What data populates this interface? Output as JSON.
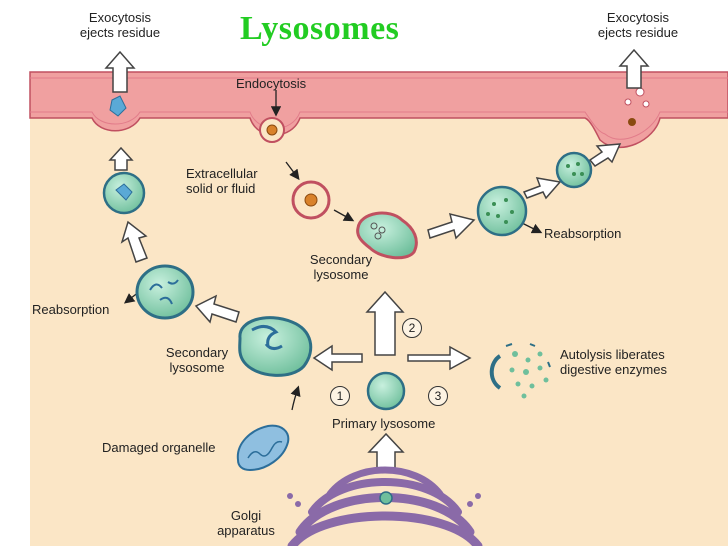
{
  "title": "Lysosomes",
  "labels": {
    "exocytosis_left": [
      "Exocytosis",
      "ejects residue"
    ],
    "exocytosis_right": [
      "Exocytosis",
      "ejects residue"
    ],
    "endocytosis": "Endocytosis",
    "extracellular": [
      "Extracellular",
      "solid or fluid"
    ],
    "secondary_top": [
      "Secondary",
      "lysosome"
    ],
    "reabsorption_right": "Reabsorption",
    "reabsorption_left": "Reabsorption",
    "secondary_left": [
      "Secondary",
      "lysosome"
    ],
    "autolysis": [
      "Autolysis liberates",
      "digestive enzymes"
    ],
    "primary": "Primary lysosome",
    "damaged": "Damaged organelle",
    "golgi": [
      "Golgi",
      "apparatus"
    ]
  },
  "pathways": [
    "1",
    "2",
    "3"
  ],
  "colors": {
    "title": "#22cc22",
    "membrane": "#f0a0a0",
    "membrane_edge": "#c05060",
    "cytoplasm": "#fbe6c6",
    "lysosome_fill": "#8fd3b6",
    "golgi": "#8a6aa8"
  }
}
